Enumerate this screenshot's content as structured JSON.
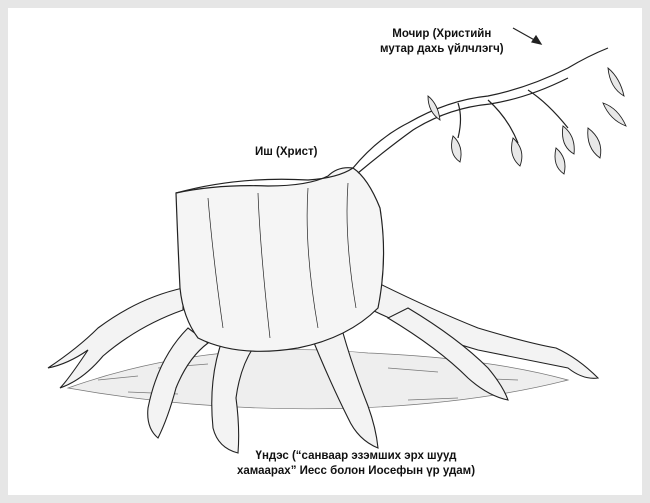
{
  "labels": {
    "shoot": {
      "line1": "Мочир (Христийн",
      "line2": "мутар дахь үйлчлэгч)"
    },
    "stump": {
      "text": "Иш (Христ)"
    },
    "roots": {
      "line1": "Үндэс (“санваар эзэмших эрх шууд",
      "line2": "хамаарах” Иесс болон Иосефын үр удам)"
    }
  },
  "colors": {
    "page_bg": "#e6e6e6",
    "panel_bg": "#ffffff",
    "ink": "#222222"
  }
}
